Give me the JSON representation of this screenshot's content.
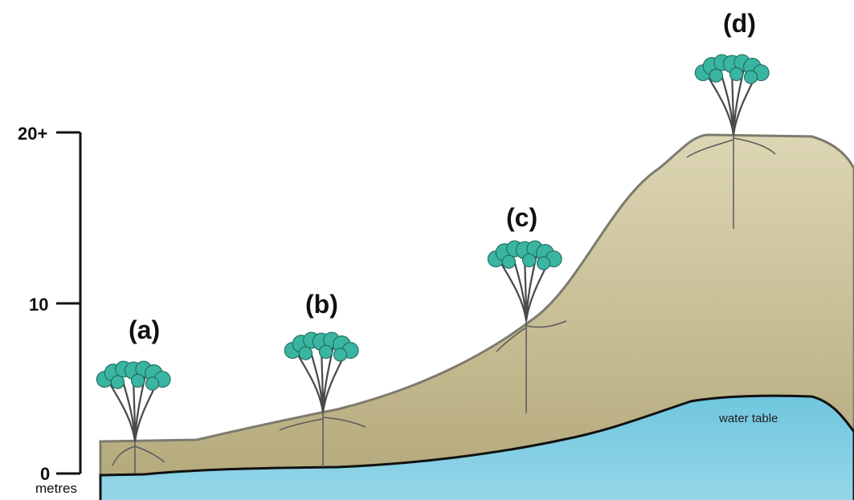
{
  "diagram": {
    "axis": {
      "ticks": [
        {
          "label": "20+"
        },
        {
          "label": "10"
        },
        {
          "label": "0"
        }
      ],
      "unit": "metres"
    },
    "trees": [
      {
        "label": "(a)"
      },
      {
        "label": "(b)"
      },
      {
        "label": "(c)"
      },
      {
        "label": "(d)"
      }
    ],
    "water_table_label": "water table",
    "colors": {
      "soil": "#c2b98f",
      "soil_edge": "#7d7a6e",
      "water": "#83cde1",
      "water_edge": "#111111",
      "foliage": "#39b5a1",
      "trunk": "#4a4a4a",
      "axis": "#111111"
    }
  }
}
